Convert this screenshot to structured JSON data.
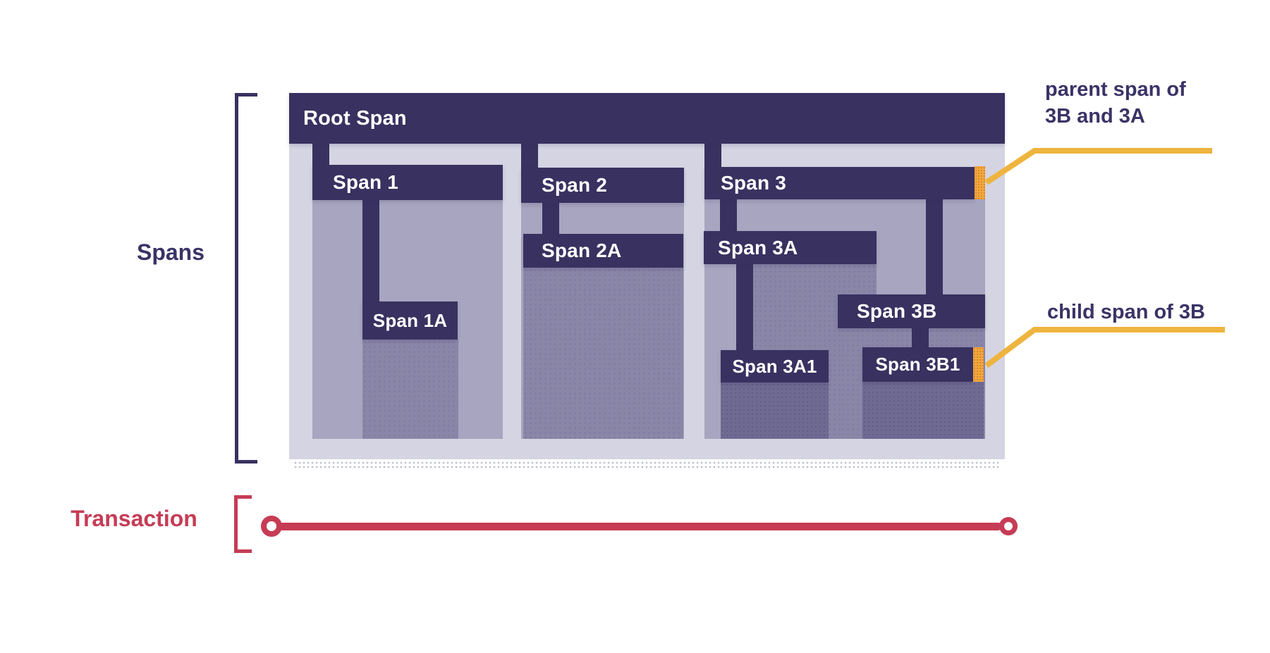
{
  "side_labels": {
    "spans": "Spans",
    "transaction": "Transaction"
  },
  "bars": {
    "root": "Root Span",
    "span1": "Span 1",
    "span1a": "Span 1A",
    "span2": "Span 2",
    "span2a": "Span 2A",
    "span3": "Span 3",
    "span3a": "Span 3A",
    "span3a1": "Span 3A1",
    "span3b": "Span 3B",
    "span3b1": "Span 3B1"
  },
  "annotations": {
    "parent_line1": "parent span of",
    "parent_line2": "3B and 3A",
    "child": "child span of 3B"
  },
  "colors": {
    "bar": "#393160",
    "container": "#d5d4e2",
    "fill_child": "#a8a5c0",
    "fill_grandchild": "#8a86a8",
    "fill_great_grandchild": "#6f6a92",
    "accent_orange": "#f2a73c",
    "annotation_line": "#eeb43e",
    "transaction_red": "#c63c55",
    "label_ink": "#3a3366",
    "bar_text": "#ffffff"
  }
}
